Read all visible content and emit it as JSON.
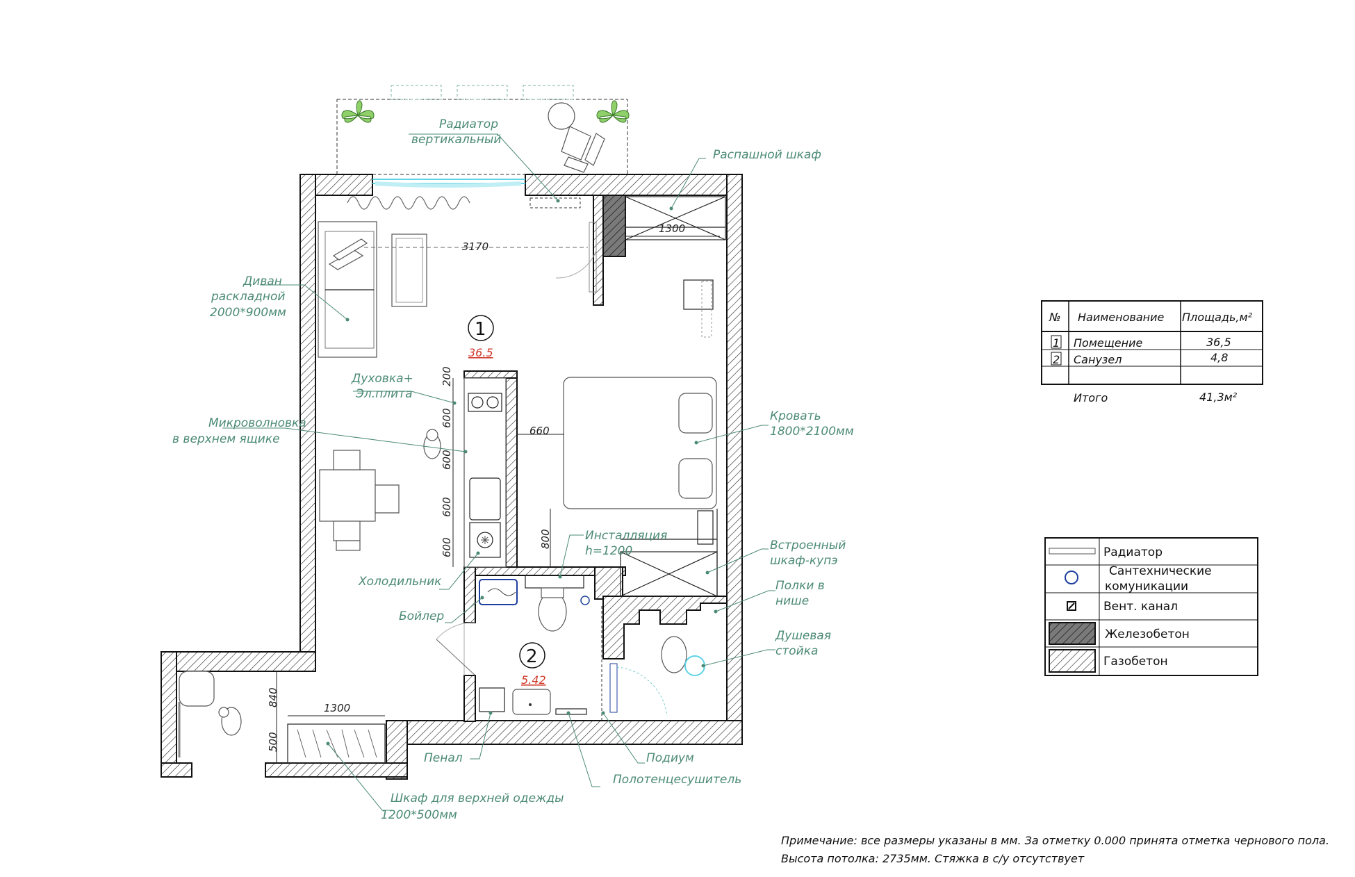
{
  "labels": {
    "radiator_vertical_1": "Радиатор",
    "radiator_vertical_2": "вертикальный",
    "swing_wardrobe": "Распашной шкаф",
    "sofa_1": "Диван",
    "sofa_2": "раскладной",
    "sofa_3": "2000*900мм",
    "oven_1": "Духовка+",
    "oven_2": "Эл.плита",
    "microwave_1": "Микроволновка",
    "microwave_2": "в верхнем ящике",
    "bed_1": "Кровать",
    "bed_2": "1800*2100мм",
    "installation_1": "Инсталляция",
    "installation_2": "h=1200",
    "builtin_wardrobe_1": "Встроенный",
    "builtin_wardrobe_2": "шкаф-купэ",
    "niche_shelves_1": "Полки в",
    "niche_shelves_2": "нише",
    "fridge": "Холодильник",
    "boiler": "Бойлер",
    "shower_1": "Душевая",
    "shower_2": "стойка",
    "cabinet": "Пенал",
    "podium": "Подиум",
    "towel_dryer": "Полотенцесушитель",
    "outerwear_1": "Шкаф для верхней одежды",
    "outerwear_2": "1200*500мм"
  },
  "dims": {
    "d3170": "3170",
    "d1300_top": "1300",
    "d660": "660",
    "d800": "800",
    "d200": "200",
    "d600a": "600",
    "d600b": "600",
    "d600c": "600",
    "d600d": "600",
    "d840": "840",
    "d500": "500",
    "d1300_bottom": "1300"
  },
  "rooms": [
    {
      "no": "1",
      "area": "36.5"
    },
    {
      "no": "2",
      "area": "5.42"
    }
  ],
  "area_table": {
    "headers": [
      "№",
      "Наименование",
      "Площадь,м²"
    ],
    "rows": [
      {
        "no": "1",
        "name": "Помещение",
        "area": "36,5"
      },
      {
        "no": "2",
        "name": "Санузел",
        "area": "4,8"
      }
    ],
    "total_label": "Итого",
    "total_value": "41,3м²"
  },
  "legend": [
    {
      "label": "Радиатор"
    },
    {
      "label": "Сантехнические",
      "label2": "комуникации"
    },
    {
      "label": "Вент. канал"
    },
    {
      "label": "Железобетон"
    },
    {
      "label": "Газобетон"
    }
  ],
  "note": {
    "line1": "Примечание: все размеры указаны в мм. За отметку 0.000 принята отметка чернового пола.",
    "line2": "Высота потолка: 2735мм. Стяжка в с/у отсутствует"
  },
  "colors": {
    "label": "#4b8a74",
    "area_number": "#d03a2a",
    "window_glass": "#5fd3e6",
    "boiler_outline": "#1e3f9e"
  }
}
